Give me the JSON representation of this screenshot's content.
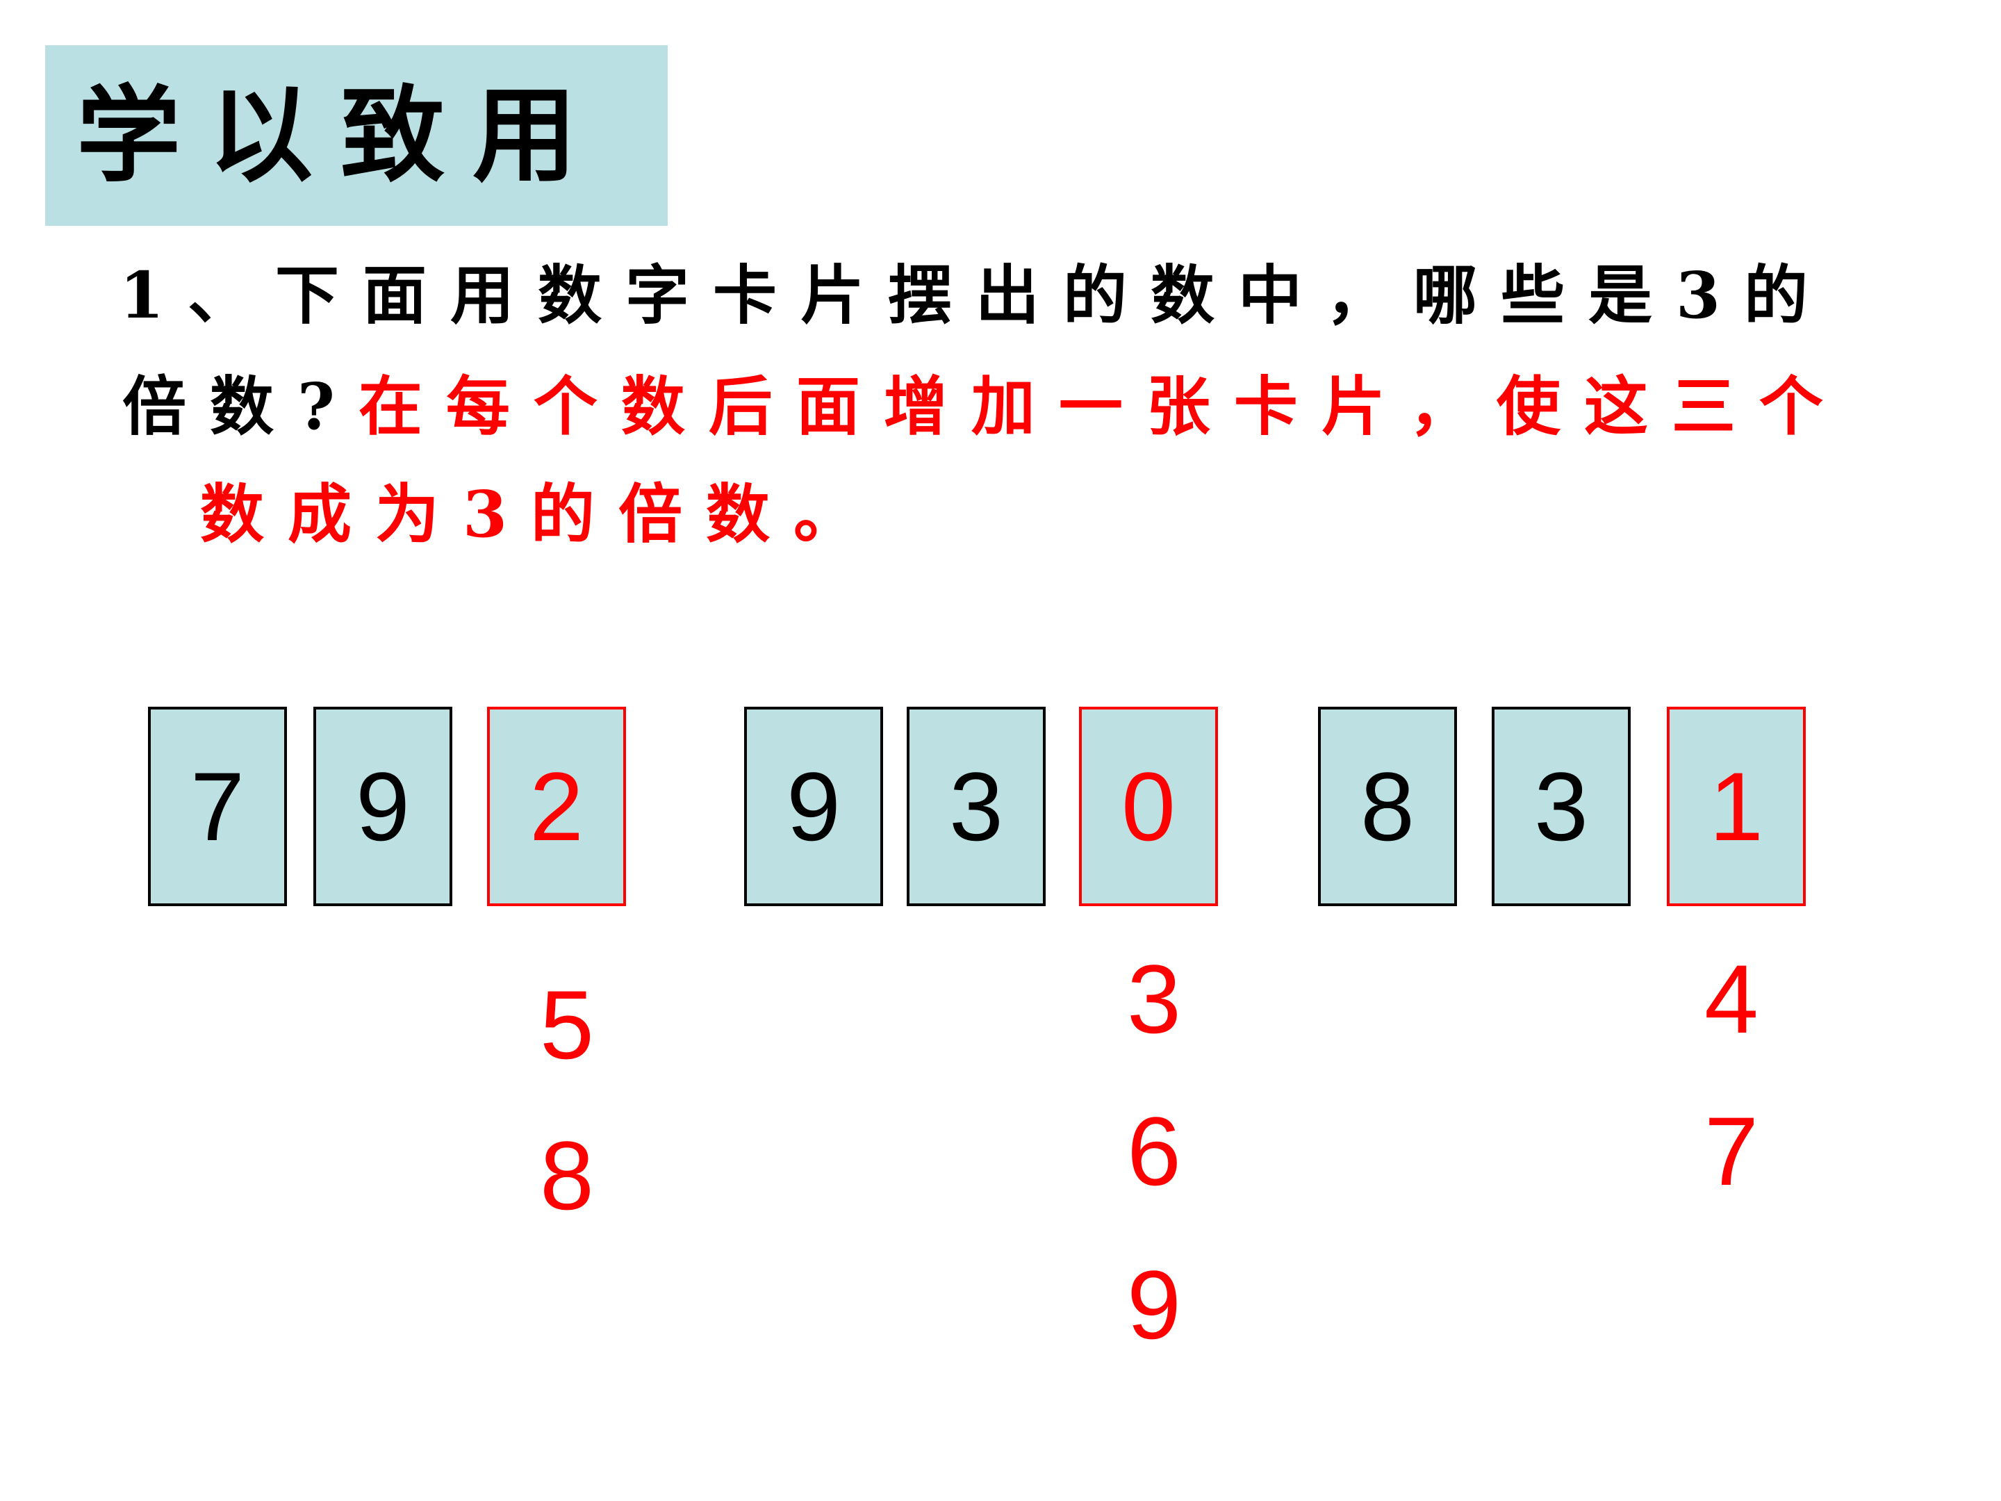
{
  "title": "学以致用",
  "question": {
    "line1": "1、下面用数字卡片摆出的数中，哪些是3的",
    "line2_black": "倍数?",
    "line2_red": "在每个数后面增加一张卡片，使这三个",
    "line3_red": "数成为3的倍数。"
  },
  "colors": {
    "accent": "#ff0000",
    "card_fill": "#bde0e3",
    "title_fill": "#bbe0e3"
  },
  "groups": [
    {
      "cards": [
        "7",
        "9"
      ],
      "added": "2",
      "options": [
        "5",
        "8"
      ]
    },
    {
      "cards": [
        "9",
        "3"
      ],
      "added": "0",
      "options": [
        "3",
        "6",
        "9"
      ]
    },
    {
      "cards": [
        "8",
        "3"
      ],
      "added": "1",
      "options": [
        "4",
        "7"
      ]
    }
  ]
}
